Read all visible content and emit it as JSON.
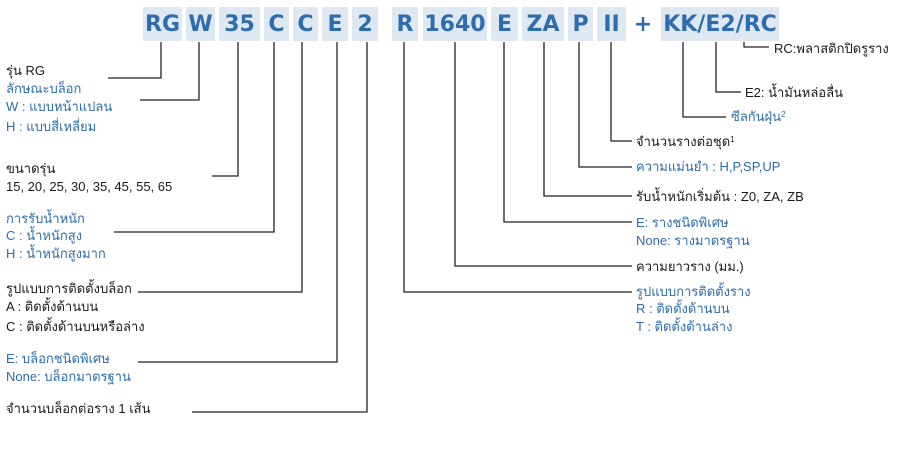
{
  "model_code": {
    "segments": [
      "RG",
      "W",
      "35",
      "C",
      "C",
      "E",
      "2",
      "R",
      "1640",
      "E",
      "ZA",
      "P",
      "II",
      "KK/E2/RC"
    ],
    "plus_sign": "+"
  },
  "left_labels": {
    "series": "รุ่น RG",
    "block_type_title": "ลักษณะบล็อก",
    "block_type_w": "W : แบบหน้าแปลน",
    "block_type_h": "H : แบบสี่เหลี่ยม",
    "size_title": "ขนาดรุ่น",
    "size_values": "15, 20, 25, 30, 35, 45, 55, 65",
    "load_title": "การรับน้ำหนัก",
    "load_c": "C : น้ำหนักสูง",
    "load_h": "H : น้ำหนักสูงมาก",
    "block_mount_title": "รูปแบบการติดตั้งบล็อก",
    "block_mount_a": "A : ติดตั้งด้านบน",
    "block_mount_c": "C : ติดตั้งด้านบนหรือล่าง",
    "block_special": "E: บล็อกชนิดพิเศษ",
    "block_standard": "None: บล็อกมาตรฐาน",
    "blocks_per_rail": "จำนวนบล็อกต่อราง 1 เส้น"
  },
  "right_labels": {
    "rail_cap": "RC:พลาสติกปิดรูราง",
    "lubricator": "E2: น้ำมันหล่อลื่น",
    "dust_seal": "ซีลกันฝุ่น",
    "dust_seal_note": "2",
    "rails_per_set": "จำนวนรางต่อชุด",
    "rails_per_set_note": "1",
    "accuracy": "ความแม่นยำ : H,P,SP,UP",
    "preload": "รับน้ำหนักเริ่มต้น : Z0, ZA, ZB",
    "rail_special": "E: รางชนิดพิเศษ",
    "rail_standard": "None: รางมาตรฐาน",
    "rail_length": "ความยาวราง (มม.)",
    "rail_mount_title": "รูปแบบการติดตั้งราง",
    "rail_mount_r": "R : ติดตั้งด้านบน",
    "rail_mount_t": "T : ติดตั้งด้านล่าง"
  },
  "colors": {
    "code_box_bg": "#dfe8f1",
    "blue_text": "#2e6cb0",
    "dark_text": "#1a1a1a",
    "line": "#222222"
  }
}
